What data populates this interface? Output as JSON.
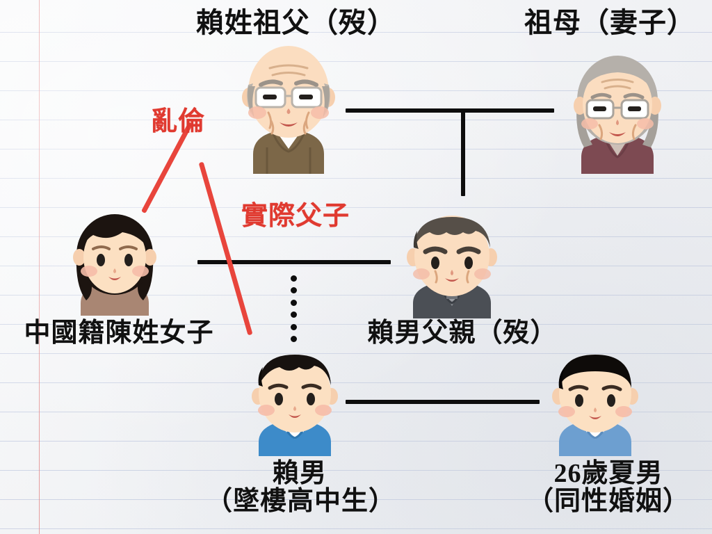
{
  "diagram": {
    "kind": "family-relationship-chart",
    "background": "lined-notebook-paper",
    "colors": {
      "line": "#0d0d0d",
      "annotation": "#e03a30",
      "paper": "#eef0f3",
      "rule": "#96a5cd",
      "margin": "#e28282"
    }
  },
  "people": {
    "grandfather": {
      "label": "賴姓祖父（歿）",
      "avatar": "elderly-man-glasses-avatar"
    },
    "grandmother": {
      "label": "祖母（妻子）",
      "avatar": "elderly-woman-glasses-avatar"
    },
    "chinese_woman": {
      "label": "中國籍陳姓女子",
      "avatar": "adult-woman-avatar"
    },
    "father": {
      "label": "賴男父親（歿）",
      "avatar": "middle-aged-man-suit-avatar"
    },
    "son": {
      "label": "賴男\n（墜樓高中生）",
      "avatar": "teen-boy-blue-shirt-avatar"
    },
    "partner": {
      "label": "26歲夏男\n（同性婚姻）",
      "avatar": "young-man-blue-shirt-avatar"
    }
  },
  "annotations": {
    "incest": "亂倫",
    "actual_father_son": "實際父子"
  }
}
